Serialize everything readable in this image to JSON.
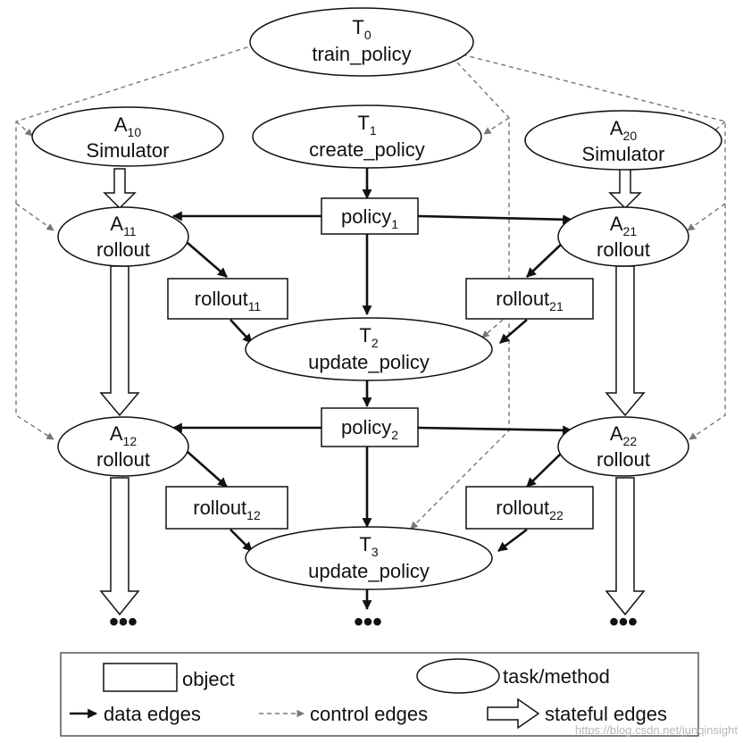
{
  "nodes": {
    "t0": {
      "main": "T",
      "sub": "0",
      "name": "train_policy"
    },
    "t1": {
      "main": "T",
      "sub": "1",
      "name": "create_policy"
    },
    "a10": {
      "main": "A",
      "sub": "10",
      "name": "Simulator"
    },
    "a20": {
      "main": "A",
      "sub": "20",
      "name": "Simulator"
    },
    "a11": {
      "main": "A",
      "sub": "11",
      "name": "rollout"
    },
    "a21": {
      "main": "A",
      "sub": "21",
      "name": "rollout"
    },
    "a12": {
      "main": "A",
      "sub": "12",
      "name": "rollout"
    },
    "a22": {
      "main": "A",
      "sub": "22",
      "name": "rollout"
    },
    "t2": {
      "main": "T",
      "sub": "2",
      "name": "update_policy"
    },
    "t3": {
      "main": "T",
      "sub": "3",
      "name": "update_policy"
    },
    "policy1": {
      "main": "policy",
      "sub": "1"
    },
    "policy2": {
      "main": "policy",
      "sub": "2"
    },
    "rollout11": {
      "main": "rollout",
      "sub": "11"
    },
    "rollout21": {
      "main": "rollout",
      "sub": "21"
    },
    "rollout12": {
      "main": "rollout",
      "sub": "12"
    },
    "rollout22": {
      "main": "rollout",
      "sub": "22"
    }
  },
  "continuation": "•••",
  "legend": {
    "object": "object",
    "task": "task/method",
    "data_edges": "data edges",
    "control_edges": "control edges",
    "stateful_edges": "stateful edges"
  },
  "watermark": "https://blog.csdn.net/junqinsight"
}
